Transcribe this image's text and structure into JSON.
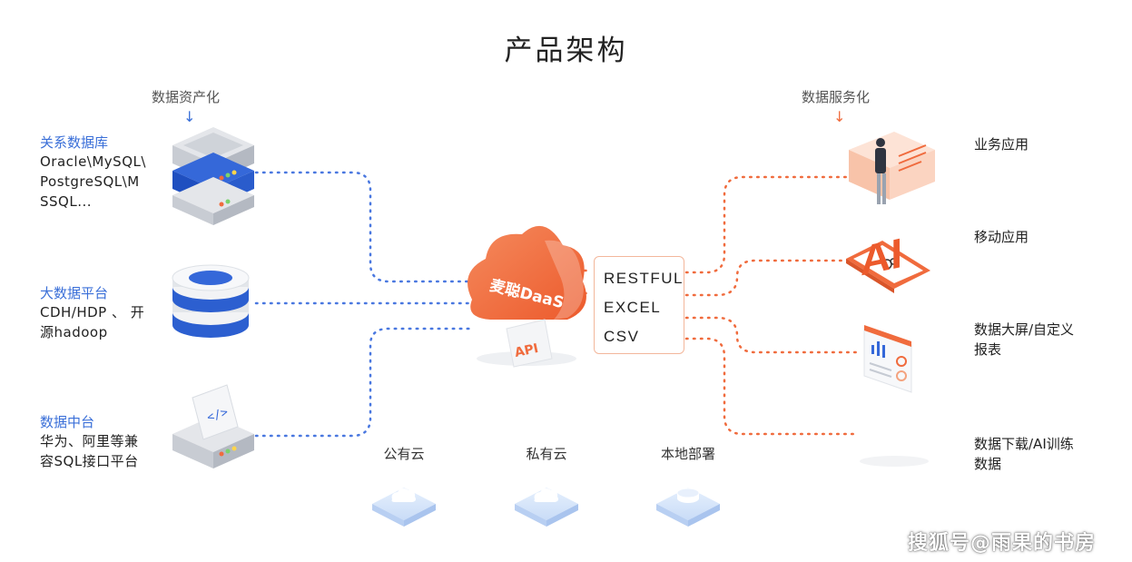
{
  "title": "产品架构",
  "left_header": {
    "label": "数据资产化",
    "arrow": "↓"
  },
  "right_header": {
    "label": "数据服务化",
    "arrow": "↓"
  },
  "sources": [
    {
      "title": "关系数据库",
      "desc": "Oracle\\MySQL\\\nPostgreSQL\\M\nSSQL..."
    },
    {
      "title": "大数据平台",
      "desc": "CDH/HDP 、 开\n源hadoop"
    },
    {
      "title": "数据中台",
      "desc": "华为、阿里等兼\n容SQL接口平台"
    }
  ],
  "hub": {
    "cloud_text": "麦聪DaaS",
    "api_badge": "API"
  },
  "api_formats": [
    "RESTFUL",
    "EXCEL",
    "CSV"
  ],
  "deployments": [
    "公有云",
    "私有云",
    "本地部署"
  ],
  "outputs": [
    "业务应用",
    "移动应用",
    "数据大屏/自定义\n报表",
    "数据下载/AI训练\n数据"
  ],
  "output_icon_text": "AI",
  "watermark": "搜狐号@雨果的书房",
  "colors": {
    "blue": "#3a6fd8",
    "orange": "#f06b3d",
    "light_orange": "#f7c8b0",
    "light_blue": "#dbe8fb"
  }
}
